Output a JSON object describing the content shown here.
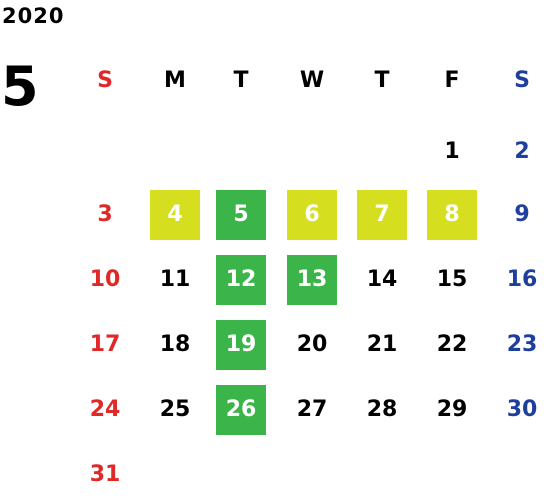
{
  "header": {
    "year": "2020",
    "month": "5"
  },
  "weekdays": [
    "S",
    "M",
    "T",
    "W",
    "T",
    "F",
    "S"
  ],
  "colors": {
    "sunday": "#e02828",
    "saturday": "#1f3f9c",
    "weekday": "#000000",
    "highlight_yellow": "#d6de20",
    "highlight_green": "#3bb44a",
    "highlight_text": "#ffffff"
  },
  "days": [
    {
      "label": "1",
      "weekday": 5,
      "week": 0,
      "highlight": ""
    },
    {
      "label": "2",
      "weekday": 6,
      "week": 0,
      "highlight": ""
    },
    {
      "label": "3",
      "weekday": 0,
      "week": 1,
      "highlight": ""
    },
    {
      "label": "4",
      "weekday": 1,
      "week": 1,
      "highlight": "yellow"
    },
    {
      "label": "5",
      "weekday": 2,
      "week": 1,
      "highlight": "green"
    },
    {
      "label": "6",
      "weekday": 3,
      "week": 1,
      "highlight": "yellow"
    },
    {
      "label": "7",
      "weekday": 4,
      "week": 1,
      "highlight": "yellow"
    },
    {
      "label": "8",
      "weekday": 5,
      "week": 1,
      "highlight": "yellow"
    },
    {
      "label": "9",
      "weekday": 6,
      "week": 1,
      "highlight": ""
    },
    {
      "label": "10",
      "weekday": 0,
      "week": 2,
      "highlight": ""
    },
    {
      "label": "11",
      "weekday": 1,
      "week": 2,
      "highlight": ""
    },
    {
      "label": "12",
      "weekday": 2,
      "week": 2,
      "highlight": "green"
    },
    {
      "label": "13",
      "weekday": 3,
      "week": 2,
      "highlight": "green"
    },
    {
      "label": "14",
      "weekday": 4,
      "week": 2,
      "highlight": ""
    },
    {
      "label": "15",
      "weekday": 5,
      "week": 2,
      "highlight": ""
    },
    {
      "label": "16",
      "weekday": 6,
      "week": 2,
      "highlight": ""
    },
    {
      "label": "17",
      "weekday": 0,
      "week": 3,
      "highlight": ""
    },
    {
      "label": "18",
      "weekday": 1,
      "week": 3,
      "highlight": ""
    },
    {
      "label": "19",
      "weekday": 2,
      "week": 3,
      "highlight": "green"
    },
    {
      "label": "20",
      "weekday": 3,
      "week": 3,
      "highlight": ""
    },
    {
      "label": "21",
      "weekday": 4,
      "week": 3,
      "highlight": ""
    },
    {
      "label": "22",
      "weekday": 5,
      "week": 3,
      "highlight": ""
    },
    {
      "label": "23",
      "weekday": 6,
      "week": 3,
      "highlight": ""
    },
    {
      "label": "24",
      "weekday": 0,
      "week": 4,
      "highlight": ""
    },
    {
      "label": "25",
      "weekday": 1,
      "week": 4,
      "highlight": ""
    },
    {
      "label": "26",
      "weekday": 2,
      "week": 4,
      "highlight": "green"
    },
    {
      "label": "27",
      "weekday": 3,
      "week": 4,
      "highlight": ""
    },
    {
      "label": "28",
      "weekday": 4,
      "week": 4,
      "highlight": ""
    },
    {
      "label": "29",
      "weekday": 5,
      "week": 4,
      "highlight": ""
    },
    {
      "label": "30",
      "weekday": 6,
      "week": 4,
      "highlight": ""
    },
    {
      "label": "31",
      "weekday": 0,
      "week": 5,
      "highlight": ""
    }
  ]
}
